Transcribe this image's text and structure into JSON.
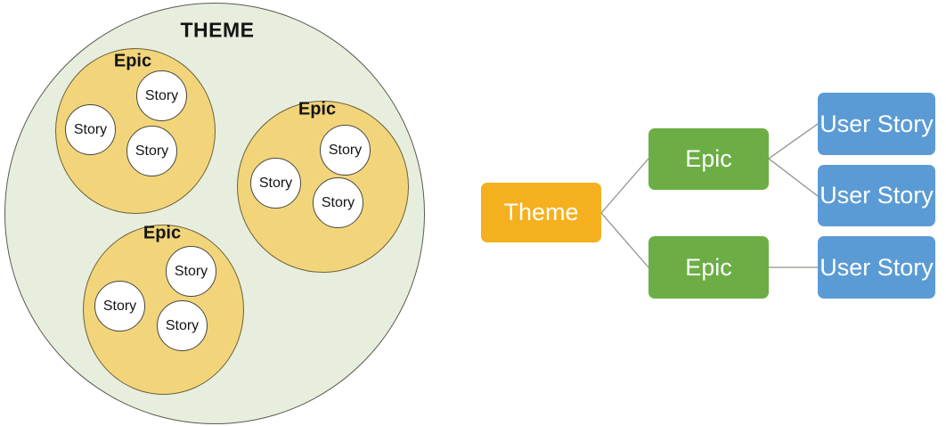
{
  "colors": {
    "venn-bg": "#E8EEDE",
    "venn-border": "#5A5A50",
    "epic-fill": "#F2D57B",
    "epic-ring": "#6B6138",
    "story-fill": "#FFFFFF",
    "story-ring": "#474740",
    "label-dark": "#141414",
    "theme-gold": "#F4B01E",
    "epic-green": "#6CAE45",
    "story-blue": "#5B9BD5",
    "connector": "#8E9488"
  },
  "venn": {
    "title": "THEME",
    "epics": [
      {
        "label": "Epic",
        "stories": [
          "Story",
          "Story",
          "Story"
        ]
      },
      {
        "label": "Epic",
        "stories": [
          "Story",
          "Story",
          "Story"
        ]
      },
      {
        "label": "Epic",
        "stories": [
          "Story",
          "Story",
          "Story"
        ]
      }
    ]
  },
  "tree": {
    "root": {
      "label": "Theme"
    },
    "epics": [
      {
        "label": "Epic"
      },
      {
        "label": "Epic"
      }
    ],
    "user_stories": [
      {
        "label": "User Story"
      },
      {
        "label": "User Story"
      },
      {
        "label": "User Story"
      }
    ]
  }
}
